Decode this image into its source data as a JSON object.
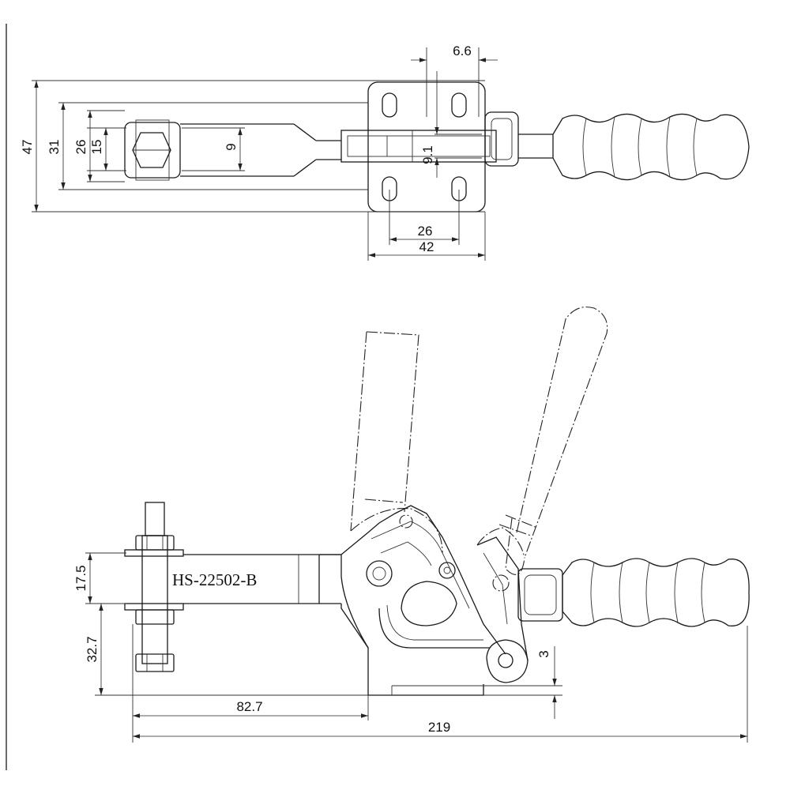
{
  "part_label": "HS-22502-B",
  "dimensions": {
    "d47": "47",
    "d31": "31",
    "d26_vertical": "26",
    "d15": "15",
    "d9": "9",
    "d9_1": "9.1",
    "d6_6": "6.6",
    "d26_horizontal": "26",
    "d42": "42",
    "d17_5": "17.5",
    "d32_7": "32.7",
    "d3": "3",
    "d82_7": "82.7",
    "d219": "219"
  }
}
